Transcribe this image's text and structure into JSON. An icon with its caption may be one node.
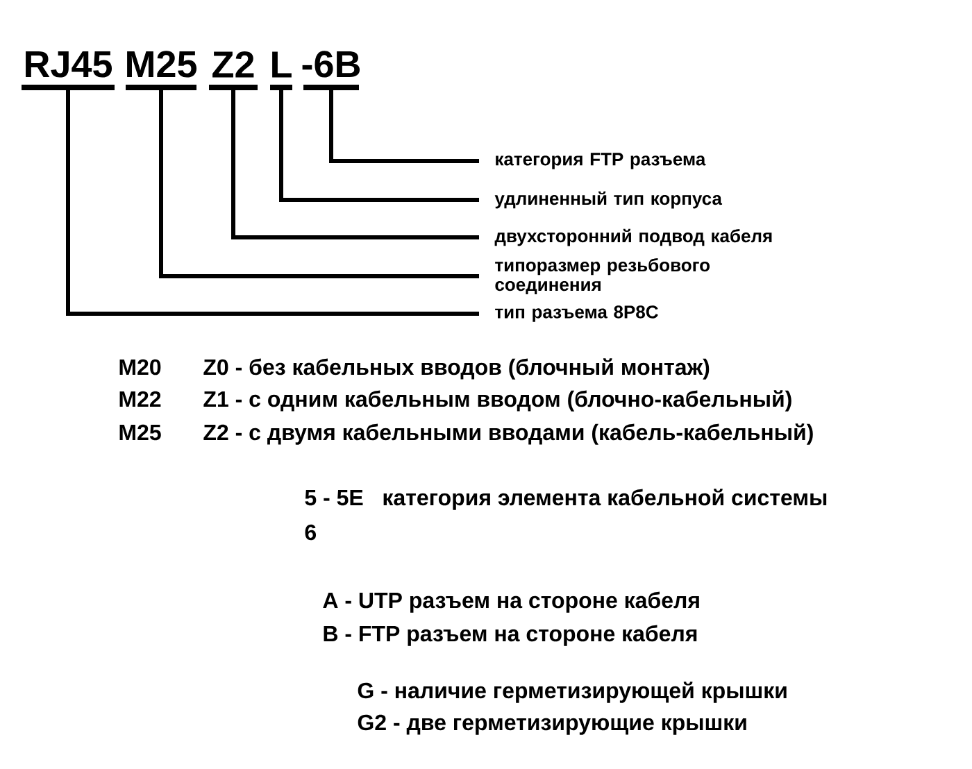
{
  "diagram": {
    "nodes": [
      {
        "text": [
          "RJ45"
        ]
      },
      {
        "text": [
          "M25"
        ]
      },
      {
        "text": [
          "Z2"
        ]
      },
      {
        "text": [
          "L"
        ]
      },
      {
        "text": [
          "-6B"
        ]
      },
      {
        "text": [
          "категория FTP разъема"
        ]
      },
      {
        "text": [
          "удлиненный тип корпуса"
        ]
      },
      {
        "text": [
          "двухсторонний подвод кабеля"
        ]
      },
      {
        "text": [
          "типоразмер резьбового соединения"
        ]
      },
      {
        "text": [
          "тип разъема 8P8C"
        ]
      }
    ],
    "edges": [
      {
        "from": 0,
        "to": 9,
        "arrow": "none"
      },
      {
        "from": 1,
        "to": 8,
        "arrow": "none"
      },
      {
        "from": 2,
        "to": 7,
        "arrow": "none"
      },
      {
        "from": 3,
        "to": 6,
        "arrow": "none"
      },
      {
        "from": 4,
        "to": 5,
        "arrow": "none"
      }
    ],
    "labels": [
      "M20",
      "Z0 - без кабельных вводов (блочный монтаж)",
      "M22",
      "Z1 - с одним кабельным вводом (блочно-кабельный)",
      "M25",
      "Z2 - с двумя кабельными вводами (кабель-кабельный)",
      "5 - 5E",
      "категория элемента кабельной системы",
      "6",
      "A - UTP разъем на стороне кабеля",
      "B - FTP разъем на стороне кабеля",
      "G - наличие герметизирующей крышки",
      "G2 - две герметизирующие крышки"
    ]
  }
}
